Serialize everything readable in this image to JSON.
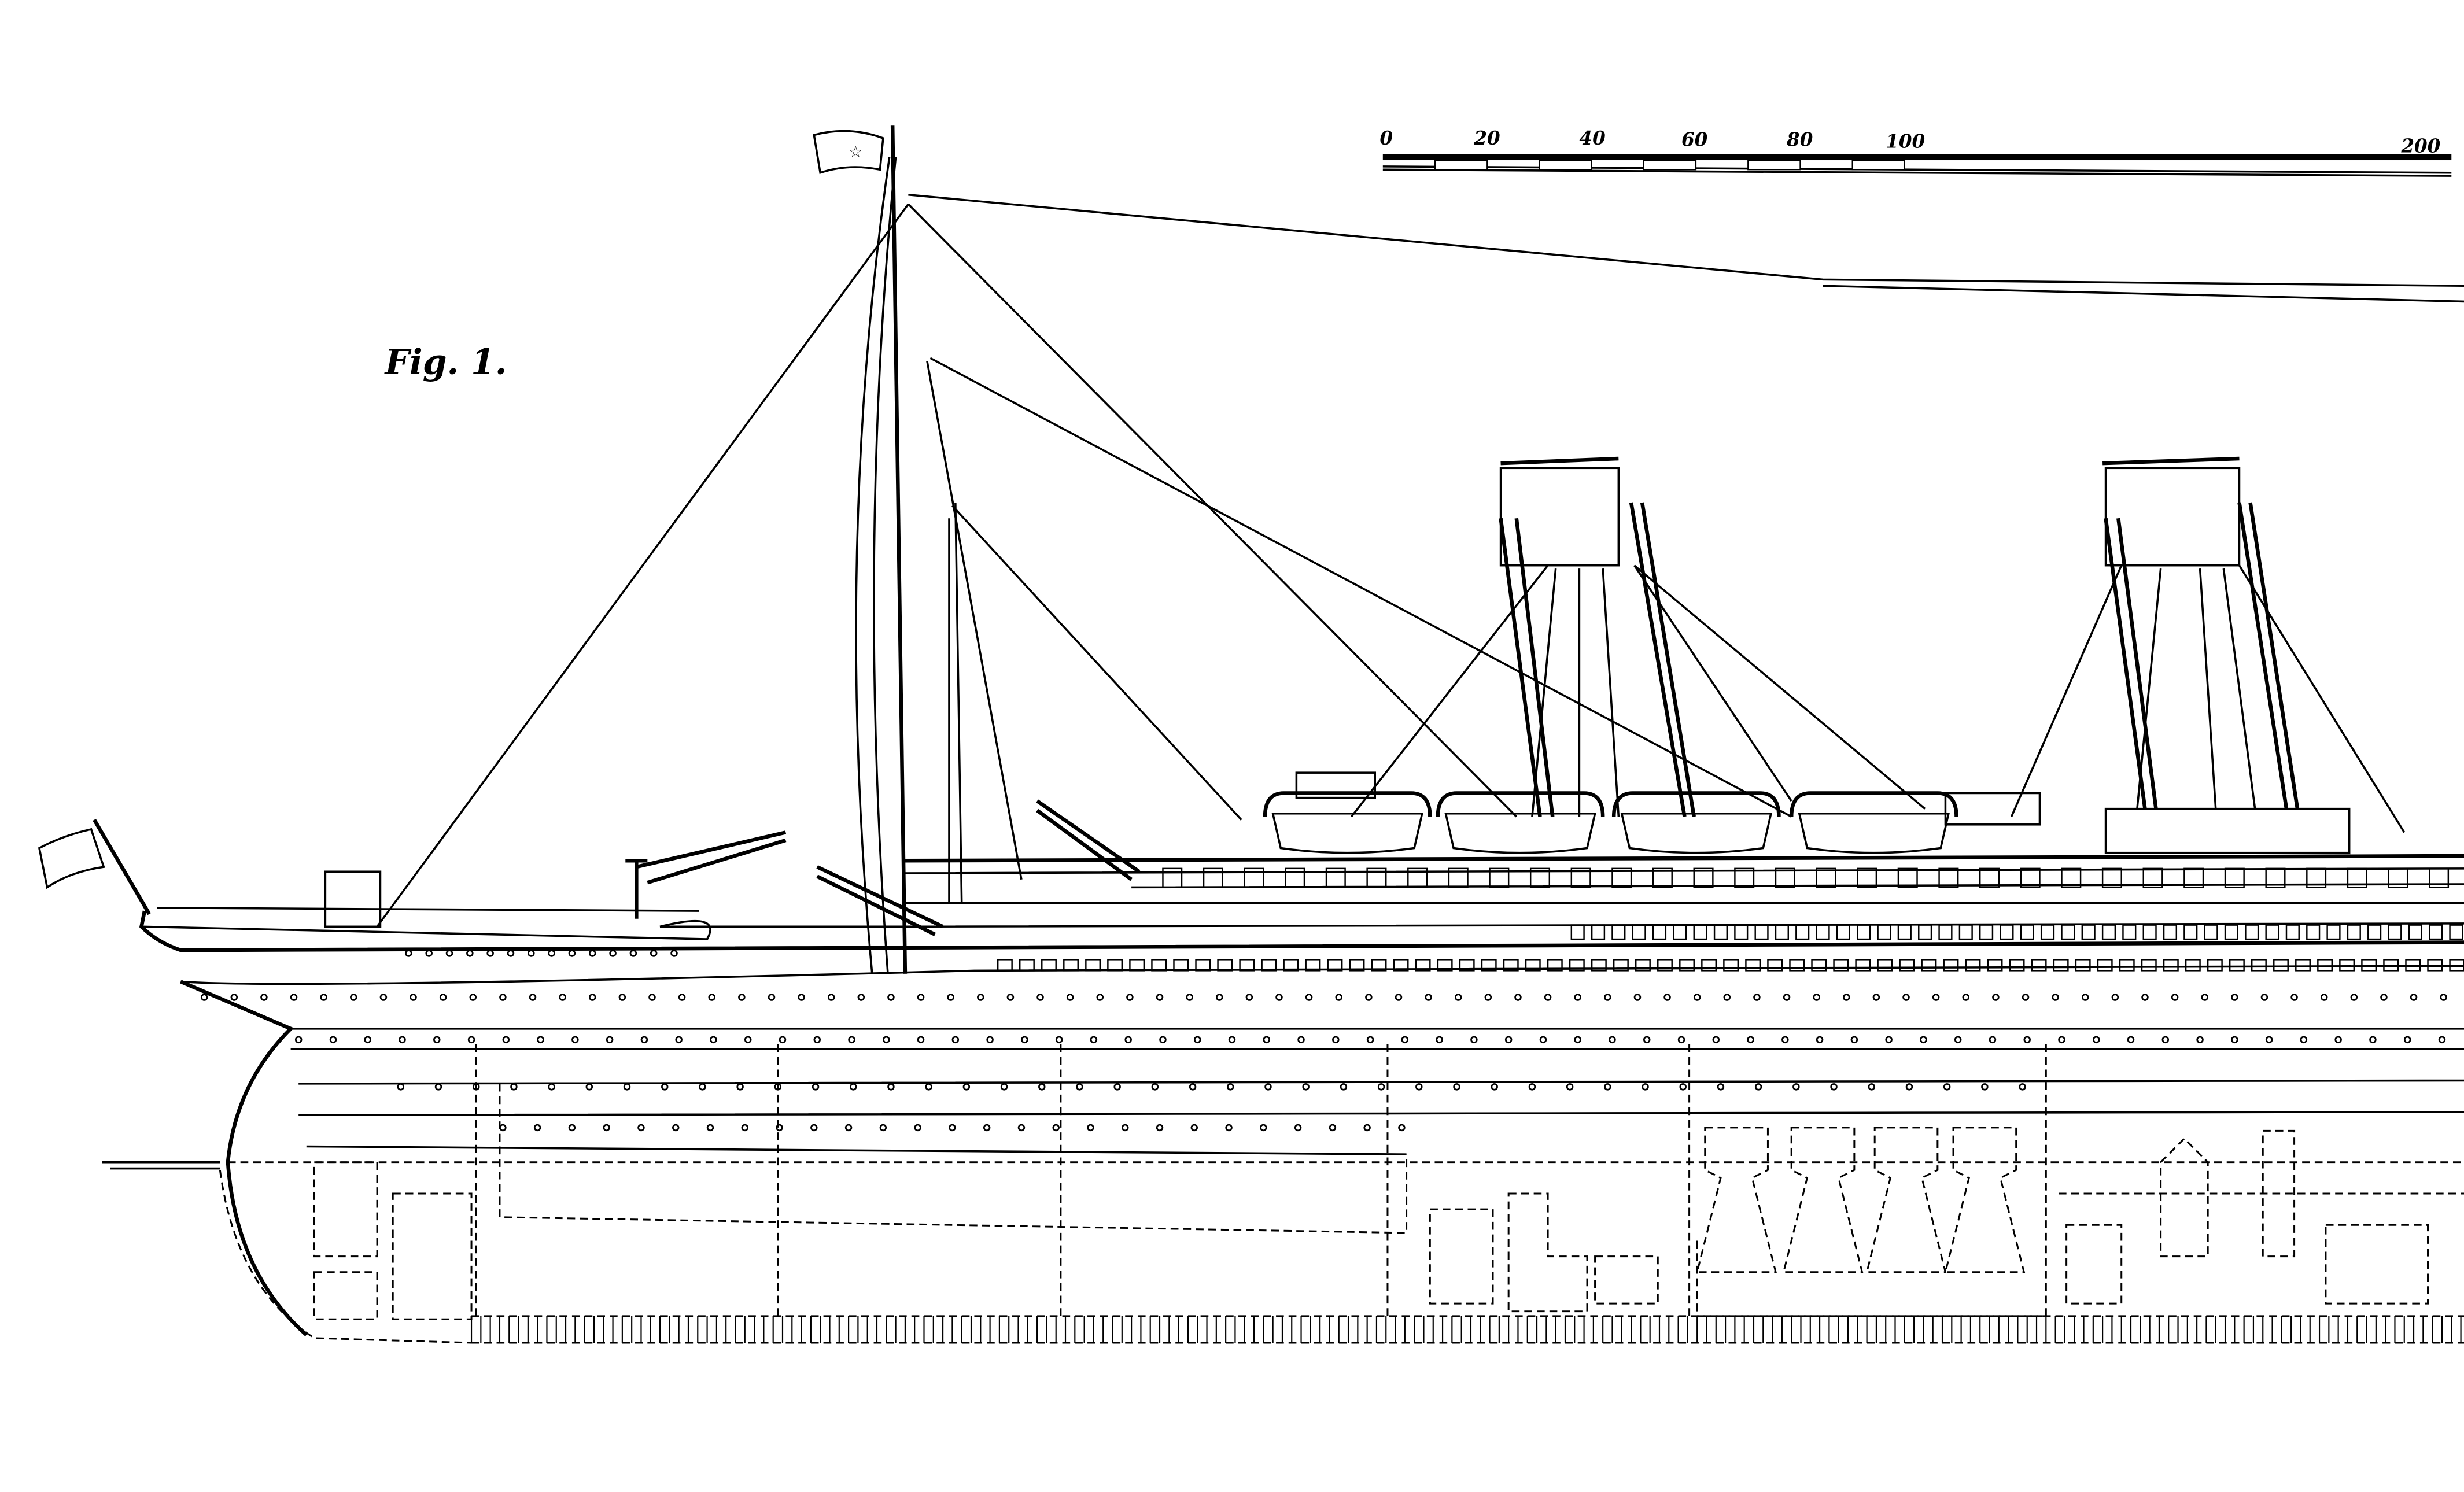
{
  "figure": {
    "label": "Fig. 1."
  },
  "scale_bar": {
    "labels": [
      "0",
      "20",
      "40",
      "60",
      "80",
      "100",
      "200"
    ]
  }
}
